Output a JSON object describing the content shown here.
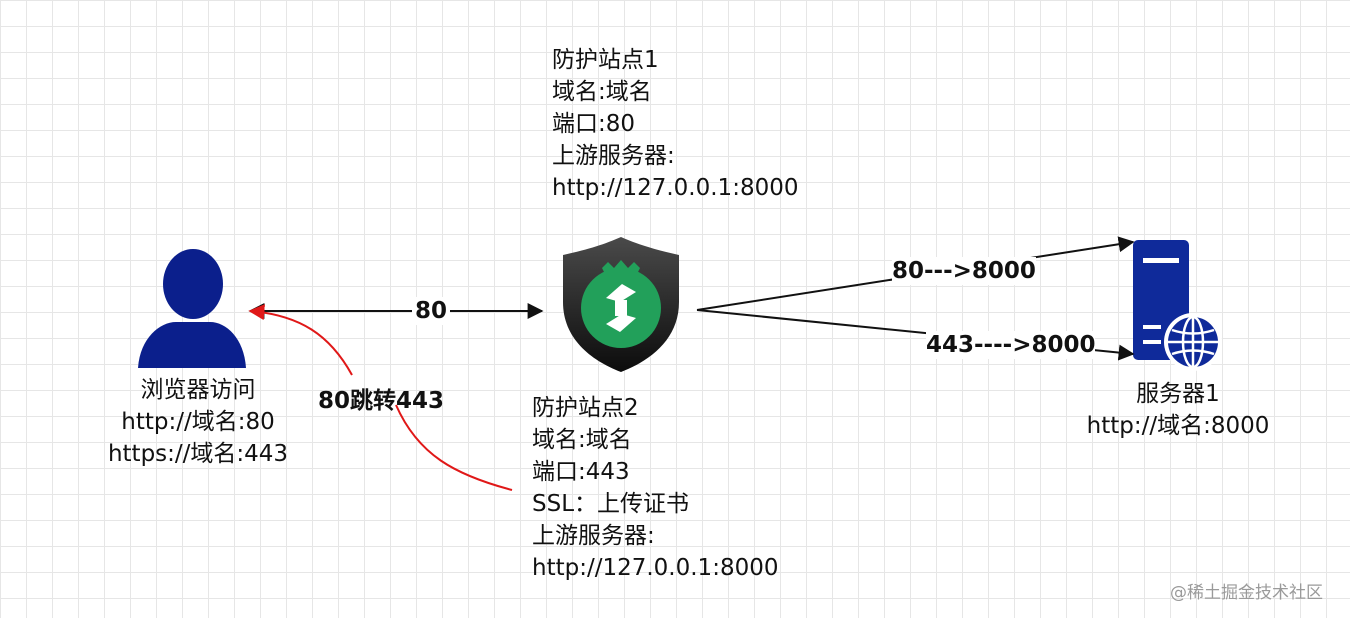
{
  "site1": {
    "lines": [
      "防护站点1",
      "域名:域名",
      "端口:80",
      "上游服务器:",
      "http://127.0.0.1:8000"
    ]
  },
  "site2": {
    "lines": [
      "防护站点2",
      "域名:域名",
      "端口:443",
      "SSL：上传证书",
      "上游服务器:",
      "http://127.0.0.1:8000"
    ]
  },
  "browser": {
    "lines": [
      "浏览器访问",
      "http://域名:80",
      "https://域名:443"
    ]
  },
  "server": {
    "lines": [
      "服务器1",
      "http://域名:8000"
    ]
  },
  "edges": {
    "browser_waf": "80",
    "redirect": "80跳转443",
    "to_server_80": "80--->8000",
    "to_server_443": "443---->8000"
  },
  "colors": {
    "user": "#0b1f8c",
    "server": "#0f2a9a",
    "shield_green": "#22a05a",
    "redirect": "#e01818"
  },
  "watermark": "@稀土掘金技术社区"
}
